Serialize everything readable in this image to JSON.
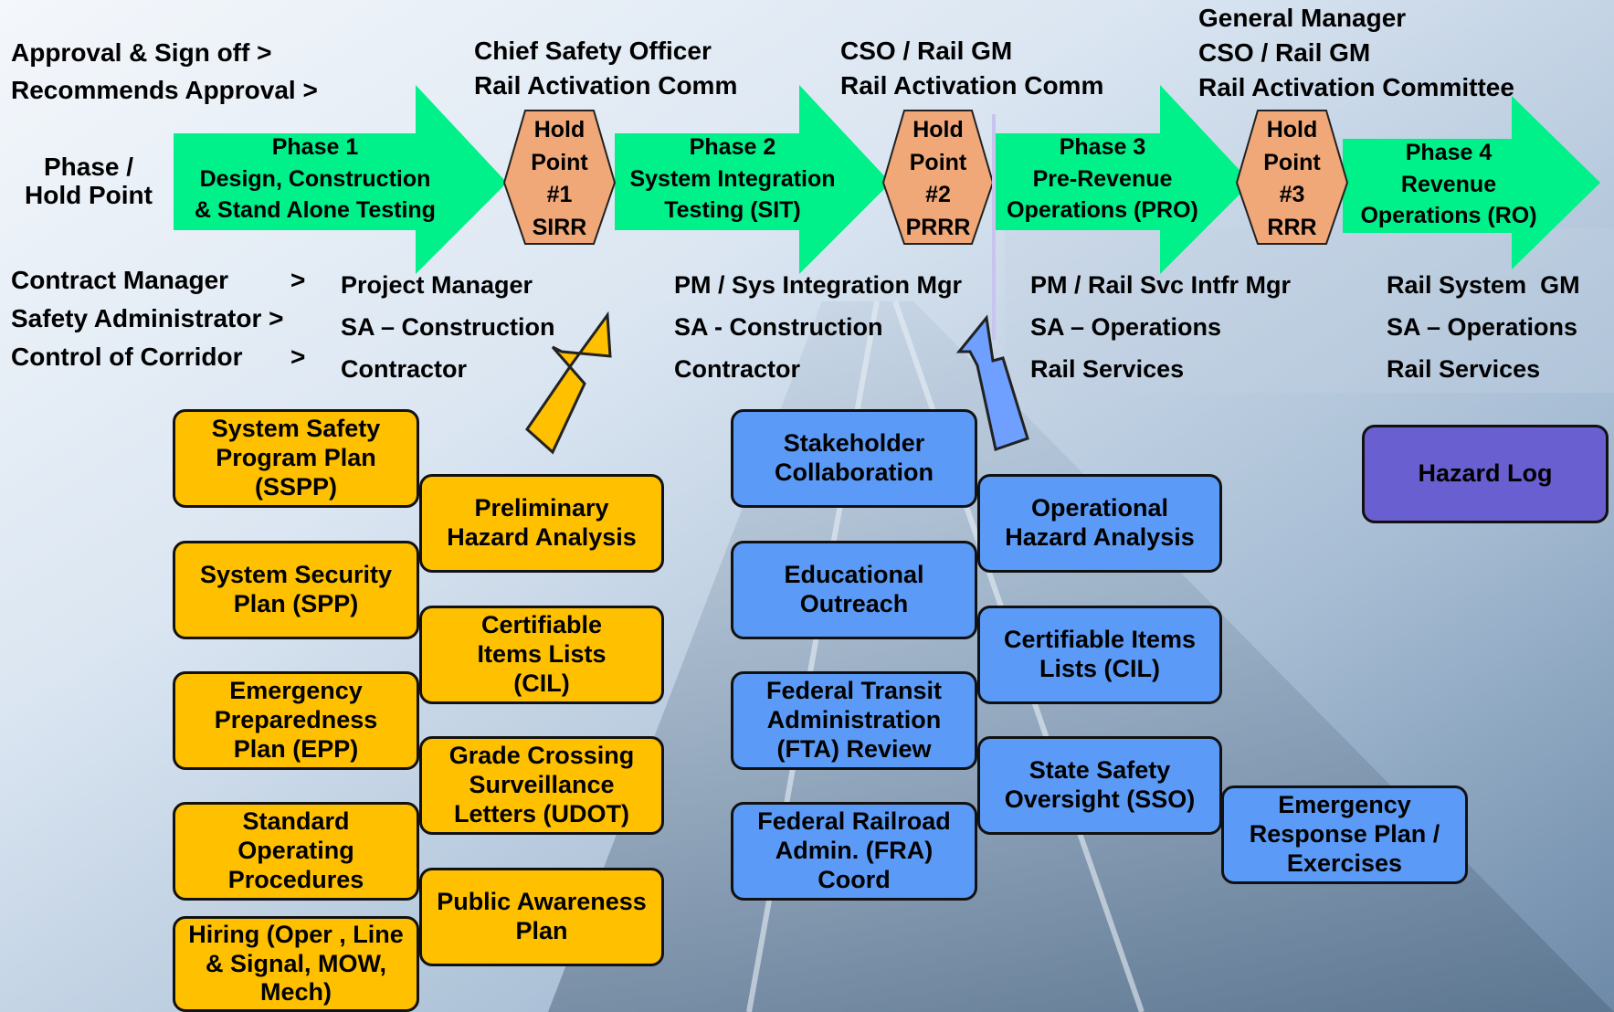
{
  "colors": {
    "phase_arrow": "#00f08a",
    "hold_point": "#f0a878",
    "orange_box": "#ffc000",
    "blue_box": "#5b9bf7",
    "purple_box": "#6a5fd0",
    "yellow_arrow": "#ffc000",
    "blue_arrow": "#6fa0ff"
  },
  "row_labels": {
    "approval": "Approval & Sign off >",
    "recommends": "Recommends Approval >",
    "phase_hold_1": "Phase /",
    "phase_hold_2": "Hold Point",
    "contract_manager": "Contract Manager",
    "safety_administrator": "Safety Administrator >",
    "control_of_corridor": "Control of Corridor",
    "gt": ">"
  },
  "approvers": {
    "hp1_line1": "Chief Safety Officer",
    "hp1_line2": "Rail Activation Comm",
    "hp2_line1": "CSO / Rail GM",
    "hp2_line2": "Rail Activation Comm",
    "hp3_line1": "General Manager",
    "hp3_line2": "CSO / Rail GM",
    "hp3_line3": "Rail Activation Committee"
  },
  "phases": [
    {
      "text": "Phase 1\nDesign, Construction\n& Stand Alone Testing"
    },
    {
      "text": "Phase 2\nSystem Integration\nTesting (SIT)"
    },
    {
      "text": "Phase 3\nPre-Revenue\nOperations (PRO)"
    },
    {
      "text": "Phase 4\nRevenue\nOperations (RO)"
    }
  ],
  "hold_points": [
    {
      "text": "Hold\nPoint\n#1\nSIRR"
    },
    {
      "text": "Hold\nPoint\n#2\nPRRR"
    },
    {
      "text": "Hold\nPoint\n#3\nRRR"
    }
  ],
  "responsibilities": [
    {
      "manager": "Project Manager",
      "sa": "SA – Construction",
      "corridor": "Contractor"
    },
    {
      "manager": "PM / Sys Integration Mgr",
      "sa": "SA - Construction",
      "corridor": "Contractor"
    },
    {
      "manager": "PM / Rail Svc Intfr Mgr",
      "sa": "SA – Operations",
      "corridor": "Rail Services"
    },
    {
      "manager": "Rail System  GM",
      "sa": "SA – Operations",
      "corridor": "Rail Services"
    }
  ],
  "orange_left": [
    "System Safety\nProgram Plan\n(SSPP)",
    "System Security\nPlan (SPP)",
    "Emergency\nPreparedness\nPlan (EPP)",
    "Standard\nOperating\nProcedures",
    "Hiring (Oper , Line\n& Signal, MOW,\nMech)"
  ],
  "orange_right": [
    "Preliminary\nHazard Analysis",
    "Certifiable\nItems Lists\n(CIL)",
    "Grade Crossing\nSurveillance\nLetters (UDOT)",
    "Public Awareness\nPlan"
  ],
  "blue_left": [
    "Stakeholder\nCollaboration",
    "Educational\nOutreach",
    "Federal Transit\nAdministration\n(FTA) Review",
    "Federal Railroad\nAdmin. (FRA)\nCoord"
  ],
  "blue_right": [
    "Operational\nHazard Analysis",
    "Certifiable Items\nLists  (CIL)",
    "State Safety\nOversight (SSO)"
  ],
  "blue_extra": "Emergency\nResponse Plan /\nExercises",
  "hazard_log": "Hazard Log"
}
